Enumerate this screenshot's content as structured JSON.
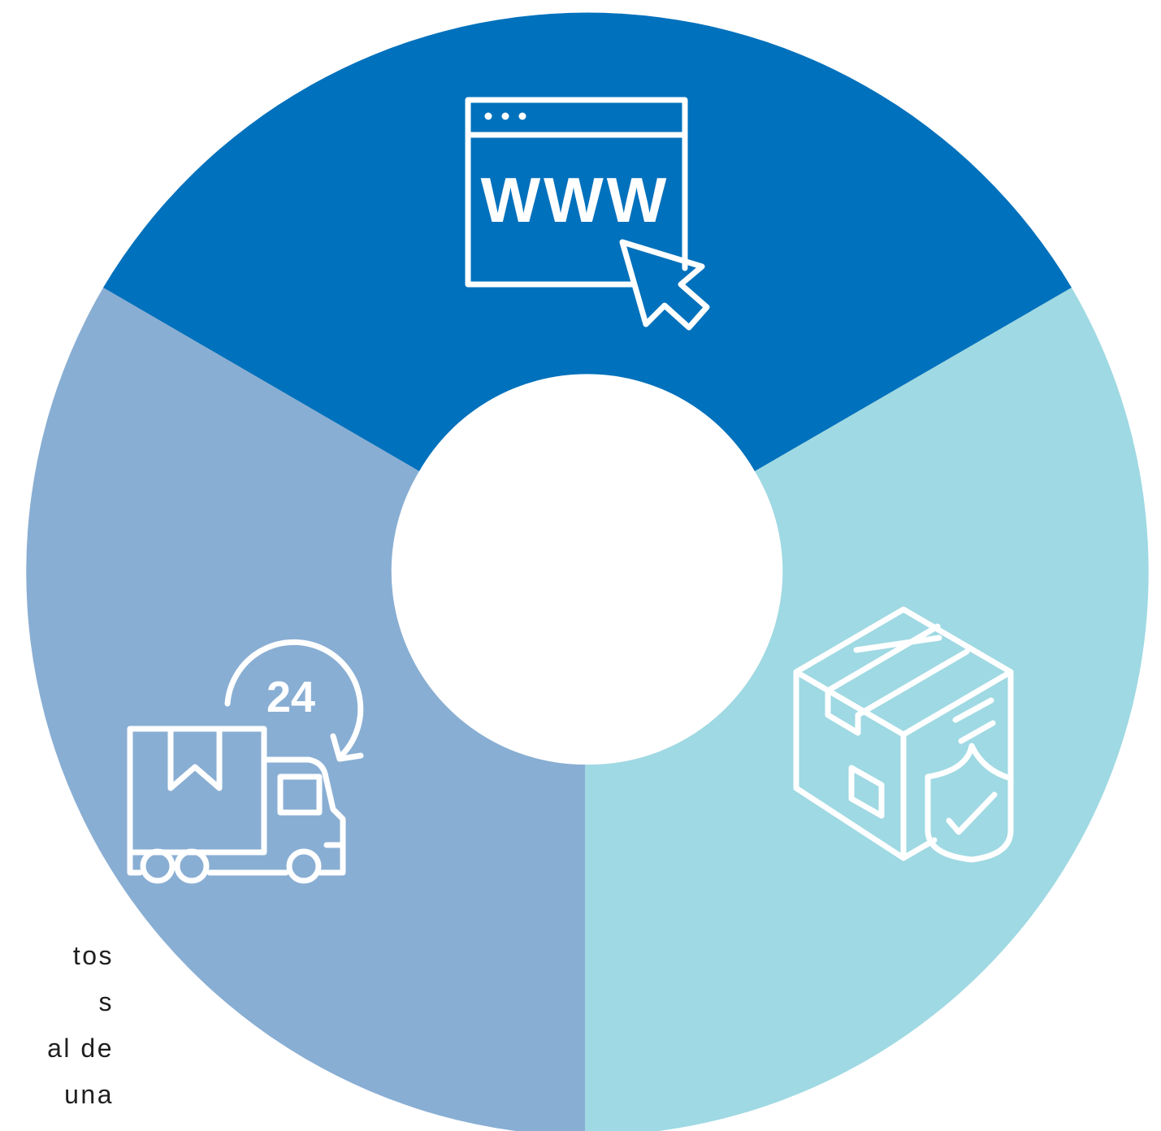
{
  "diagram": {
    "segments": [
      {
        "id": "web",
        "color": "#0071BC",
        "icon": "web-browser-icon"
      },
      {
        "id": "package",
        "color": "#9FD9E3",
        "icon": "protected-package-icon"
      },
      {
        "id": "delivery",
        "color": "#89AED3",
        "icon": "delivery-truck-24h-icon"
      }
    ],
    "center_color": "#FFFFFF",
    "icon_color": "#FFFFFF",
    "web_icon_text": "WWW",
    "truck_icon_text": "24"
  },
  "side_text": {
    "lines": [
      "tos",
      "s",
      "al de",
      "una"
    ]
  }
}
